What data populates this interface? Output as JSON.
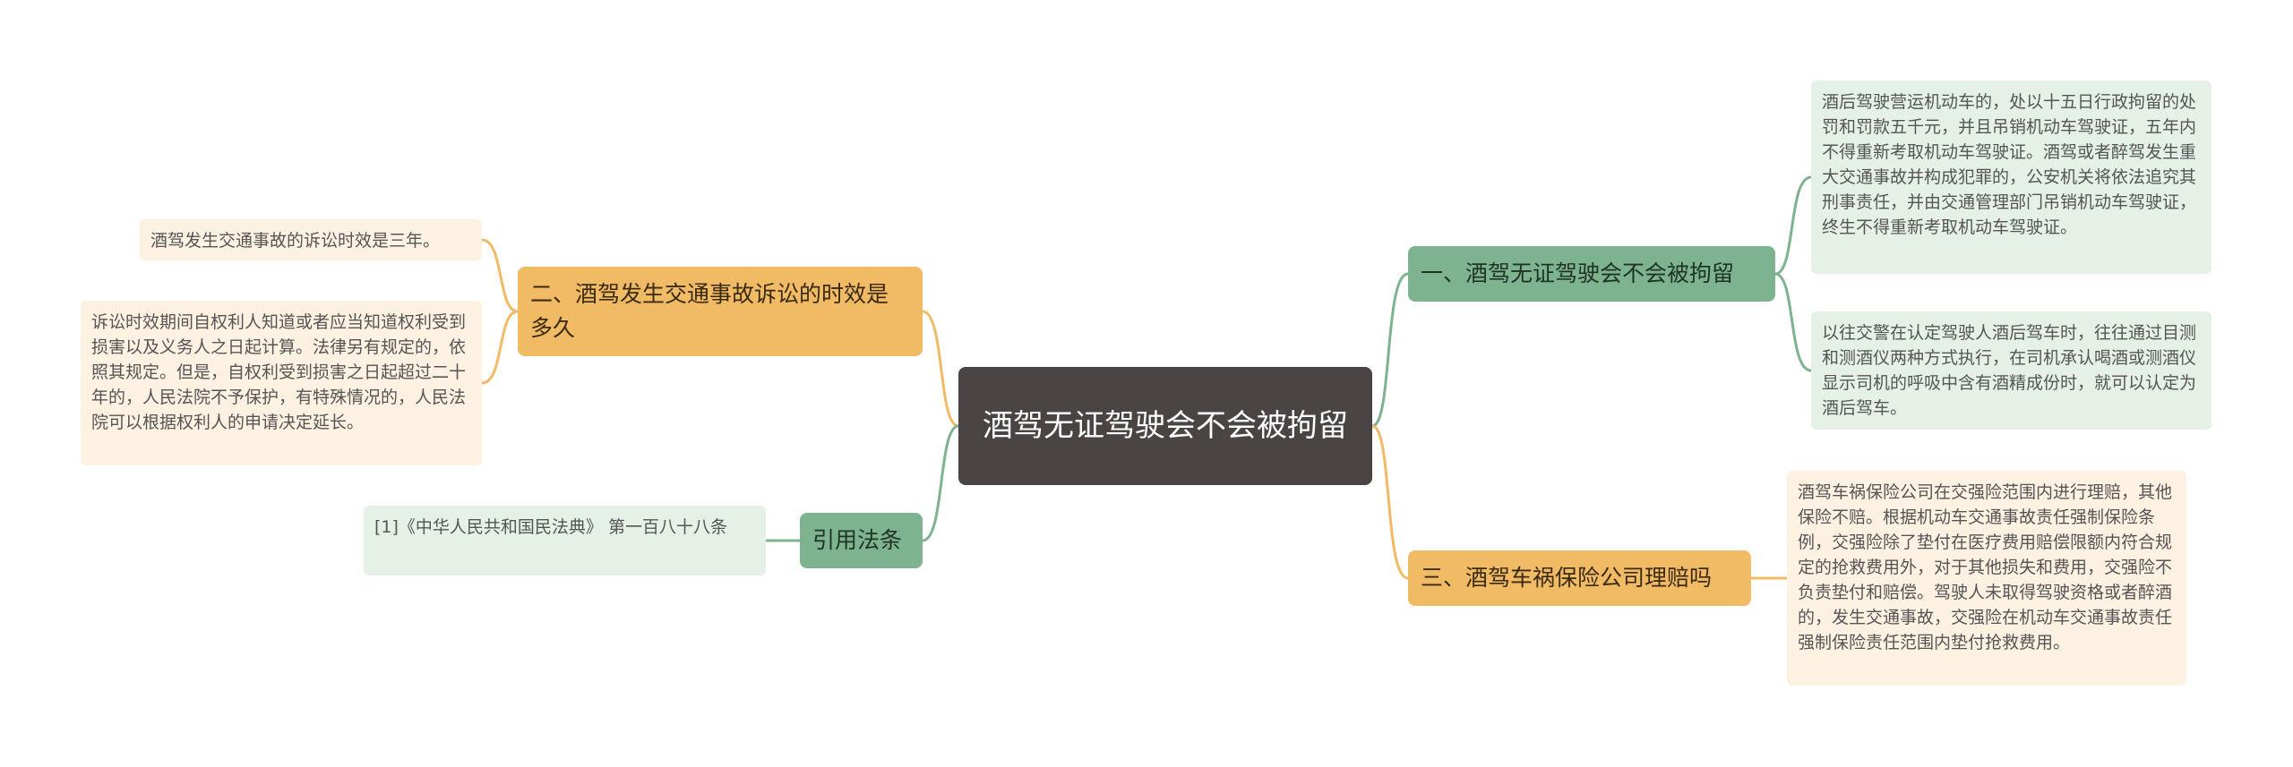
{
  "center": {
    "title": "酒驾无证驾驶会不会被拘留"
  },
  "branches": {
    "b1": {
      "label": "一、酒驾无证驾驶会不会被拘留"
    },
    "b2": {
      "label": "二、酒驾发生交通事故诉讼的时效是多久"
    },
    "b3": {
      "label": "三、酒驾车祸保险公司理赔吗"
    },
    "b4": {
      "label": "引用法条"
    }
  },
  "leaves": {
    "l1": {
      "text": "酒后驾驶营运机动车的，处以十五日行政拘留的处罚和罚款五千元，并且吊销机动车驾驶证，五年内不得重新考取机动车驾驶证。酒驾或者醉驾发生重大交通事故并构成犯罪的，公安机关将依法追究其刑事责任，并由交通管理部门吊销机动车驾驶证，终生不得重新考取机动车驾驶证。"
    },
    "l2": {
      "text": "以往交警在认定驾驶人酒后驾车时，往往通过目测和测酒仪两种方式执行，在司机承认喝酒或测酒仪显示司机的呼吸中含有酒精成份时，就可以认定为酒后驾车。"
    },
    "l3": {
      "text": "酒驾车祸保险公司在交强险范围内进行理赔，其他保险不赔。根据机动车交通事故责任强制保险条例，交强险除了垫付在医疗费用赔偿限额内符合规定的抢救费用外，对于其他损失和费用，交强险不负责垫付和赔偿。驾驶人未取得驾驶资格或者醉酒的，发生交通事故，交强险在机动车交通事故责任强制保险责任范围内垫付抢救费用。"
    },
    "l4": {
      "text": "酒驾发生交通事故的诉讼时效是三年。"
    },
    "l5": {
      "text": "诉讼时效期间自权利人知道或者应当知道权利受到损害以及义务人之日起计算。法律另有规定的，依照其规定。但是，自权利受到损害之日起超过二十年的，人民法院不予保护，有特殊情况的，人民法院可以根据权利人的申请决定延长。"
    },
    "l6": {
      "text": "[1]《中华人民共和国民法典》 第一百八十八条"
    }
  },
  "colors": {
    "center": "#4a4544",
    "green_branch": "#7db38f",
    "orange_branch": "#f1bb65",
    "green_leaf": "#e5f0e7",
    "orange_leaf": "#fdf1e2"
  }
}
